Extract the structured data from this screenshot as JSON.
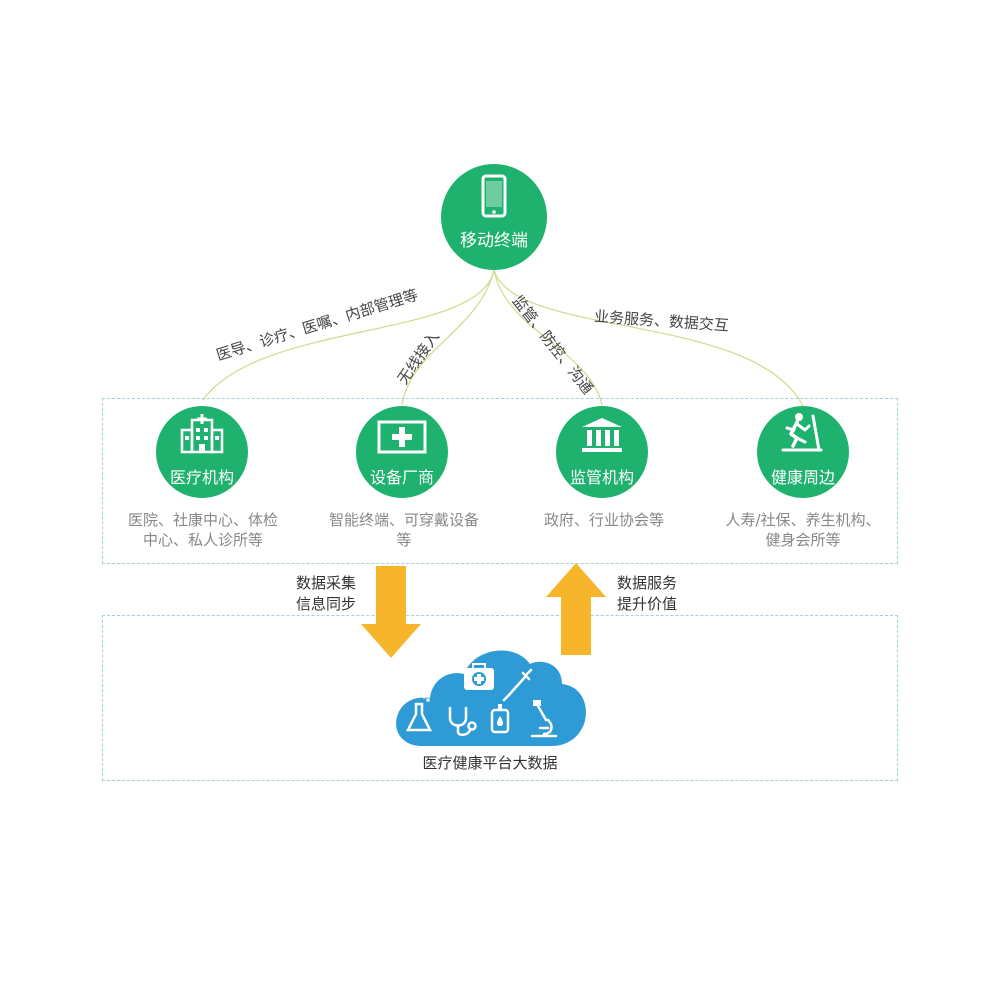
{
  "center": {
    "label": "移动终端",
    "icon": "mobile-phone-icon",
    "color": "#1fb26e"
  },
  "edges": {
    "medical": "医导、诊疗、医嘱、内部管理等",
    "device": "无线接入",
    "supervision": "监管、防控、沟通",
    "health": "业务服务、数据交互"
  },
  "nodes": [
    {
      "id": "medical",
      "label": "医疗机构",
      "icon": "hospital-icon",
      "desc_lines": [
        "医院、社康中心、体检",
        "中心、私人诊所等"
      ]
    },
    {
      "id": "device",
      "label": "设备厂商",
      "icon": "medical-device-icon",
      "desc_lines": [
        "智能终端、可穿戴设备",
        "等"
      ]
    },
    {
      "id": "supervision",
      "label": "监管机构",
      "icon": "government-building-icon",
      "desc_lines": [
        "政府、行业协会等"
      ]
    },
    {
      "id": "health",
      "label": "健康周边",
      "icon": "treadmill-icon",
      "desc_lines": [
        "人寿/社保、养生机构、",
        "健身会所等"
      ]
    }
  ],
  "flows": {
    "down": {
      "lines": [
        "数据采集",
        "信息同步"
      ],
      "color": "#f7b52c"
    },
    "up": {
      "lines": [
        "数据服务",
        "提升价值"
      ],
      "color": "#f7b52c"
    }
  },
  "platform": {
    "label": "医疗健康平台大数据",
    "color": "#2e9bd6"
  },
  "colors": {
    "node": "#1fb26e",
    "curve": "#c9dd8a",
    "dash": "#9fd3d9"
  }
}
